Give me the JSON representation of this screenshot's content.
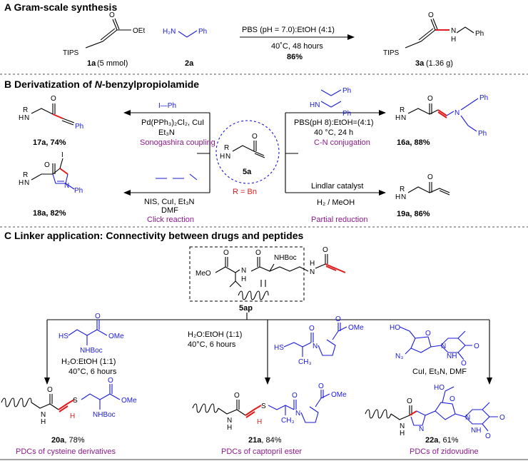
{
  "sectionA": {
    "title": "A  Gram-scale synthesis",
    "compound1": {
      "id": "1a",
      "amount": "(5 mmol)",
      "atoms": {
        "tips": "TIPS",
        "o": "O",
        "oet": "OEt"
      }
    },
    "compound2": {
      "id": "2a",
      "atoms": {
        "h2n": "H₂N",
        "ph": "Ph"
      }
    },
    "conditions": {
      "line1": "PBS (pH = 7.0):EtOH (4:1)",
      "line2": "40˚C, 48 hours",
      "yield": "86%"
    },
    "product": {
      "id": "3a",
      "amount": "(1.36 g)",
      "atoms": {
        "tips": "TIPS",
        "o": "O",
        "n": "N",
        "h": "H",
        "ph": "Ph"
      }
    }
  },
  "sectionB": {
    "title_prefix": "B  Derivatization of ",
    "title_italic": "N",
    "title_suffix": "-benzylpropiolamide",
    "center": {
      "id": "5a",
      "r_label": "R = Bn",
      "atoms": {
        "r": "R",
        "n": "N",
        "h": "H",
        "o": "O"
      }
    },
    "rxn17": {
      "reagent": "I—Ph",
      "line1": "Pd(PPh₃)₂Cl₂, CuI",
      "line2": "Et₃N",
      "name": "Sonogashira coupling",
      "label": "17a, 74%",
      "atoms": {
        "ph": "Ph"
      }
    },
    "rxn18": {
      "line1": "NIS, CuI, Et₃N",
      "line2": "DMF",
      "name": "Click reaction",
      "label": "18a, 82%",
      "atoms": {
        "i": "I",
        "n": "N",
        "ph": "Ph"
      }
    },
    "rxn16": {
      "line1": "PBS(pH 8):EtOH=(4:1)",
      "line2": "40 °C, 24 h",
      "name": "C-N conjugation",
      "label": "16a, 88%",
      "atoms": {
        "hn": "HN",
        "ph": "Ph",
        "n": "N"
      }
    },
    "rxn19": {
      "line1": "Lindlar catalyst",
      "line2": "H₂ / MeOH",
      "name": "Partial reduction",
      "label": "19a, 86%"
    },
    "common_atoms": {
      "r": "R",
      "n": "N",
      "h": "H",
      "o": "O"
    }
  },
  "sectionC": {
    "title": "C  Linker application: Connectivity between drugs and peptides",
    "center": {
      "id": "5ap",
      "atoms": {
        "meo": "MeO",
        "o": "O",
        "n": "N",
        "h": "H",
        "nhboc": "NHBoc"
      }
    },
    "left": {
      "conditions": [
        "H₂O:EtOH (1:1)",
        "40°C, 6 hours"
      ],
      "atoms": {
        "hs": "HS",
        "ome": "OMe",
        "nhboc": "NHBoc",
        "o": "O",
        "s": "S",
        "h": "H",
        "n": "N"
      },
      "product": "20a",
      "yield": ", 78%",
      "caption": "PDCs of cysteine derivatives"
    },
    "middle": {
      "conditions": [
        "H₂O:EtOH (1:1)",
        "40°C, 6 hours"
      ],
      "atoms": {
        "hs": "HS",
        "ome": "OMe",
        "ch3": "CH₃",
        "o": "O",
        "n": "N",
        "s": "S",
        "h": "H"
      },
      "product": "21a",
      "yield": ", 84%",
      "caption": "PDCs of captopril ester"
    },
    "right": {
      "conditions": [
        "CuI, Et₃N, DMF"
      ],
      "atoms": {
        "ho": "HO",
        "n3": "N₃",
        "o": "O",
        "n": "N",
        "nh": "NH",
        "h": "H"
      },
      "product": "22a",
      "yield": ", 61%",
      "caption": "PDCs of zidovudine"
    }
  },
  "colors": {
    "blue": "#1a1adb",
    "red": "#e11b1b",
    "purple": "#8b1a8b"
  }
}
